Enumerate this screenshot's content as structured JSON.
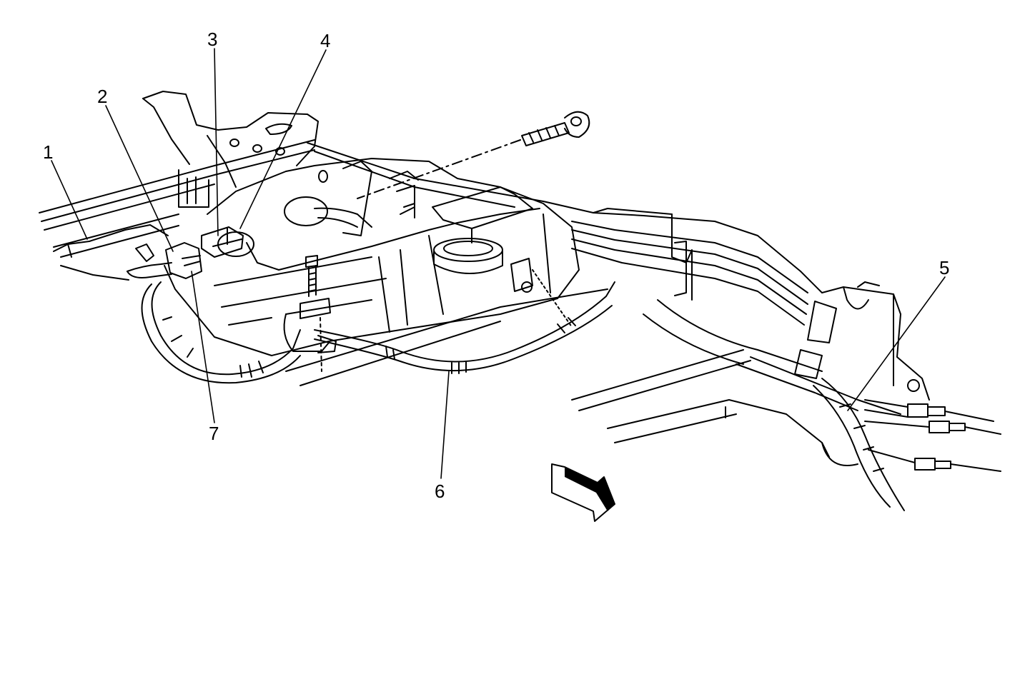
{
  "callouts": [
    {
      "id": "1",
      "label": "1"
    },
    {
      "id": "2",
      "label": "2"
    },
    {
      "id": "3",
      "label": "3"
    },
    {
      "id": "4",
      "label": "4"
    },
    {
      "id": "5",
      "label": "5"
    },
    {
      "id": "6",
      "label": "6"
    },
    {
      "id": "7",
      "label": "7"
    }
  ],
  "colors": {
    "ink": "#000000",
    "paper": "#ffffff"
  },
  "icons": {
    "direction_arrow": "front-direction-arrow-icon",
    "bolt": "bolt-icon",
    "push_pin_fastener": "push-pin-fastener-icon"
  }
}
